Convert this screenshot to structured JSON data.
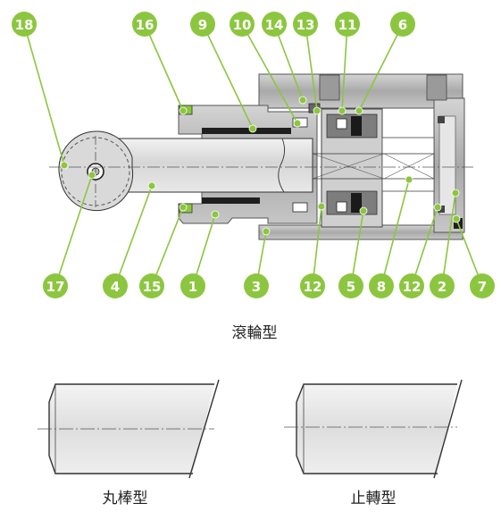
{
  "callouts": [
    "18",
    "16",
    "9",
    "10",
    "14",
    "13",
    "11",
    "6",
    "17",
    "4",
    "15",
    "1",
    "3",
    "12",
    "5",
    "8",
    "12",
    "2",
    "7"
  ],
  "captions": {
    "roller_type": "滾輪型",
    "round_bar_type": "丸棒型",
    "anti_rotation_type": "止轉型"
  },
  "colors": {
    "callout_green": "#8cc63f",
    "body_gray": "#b8b8b8",
    "piston_dark": "#2b2b2b"
  }
}
